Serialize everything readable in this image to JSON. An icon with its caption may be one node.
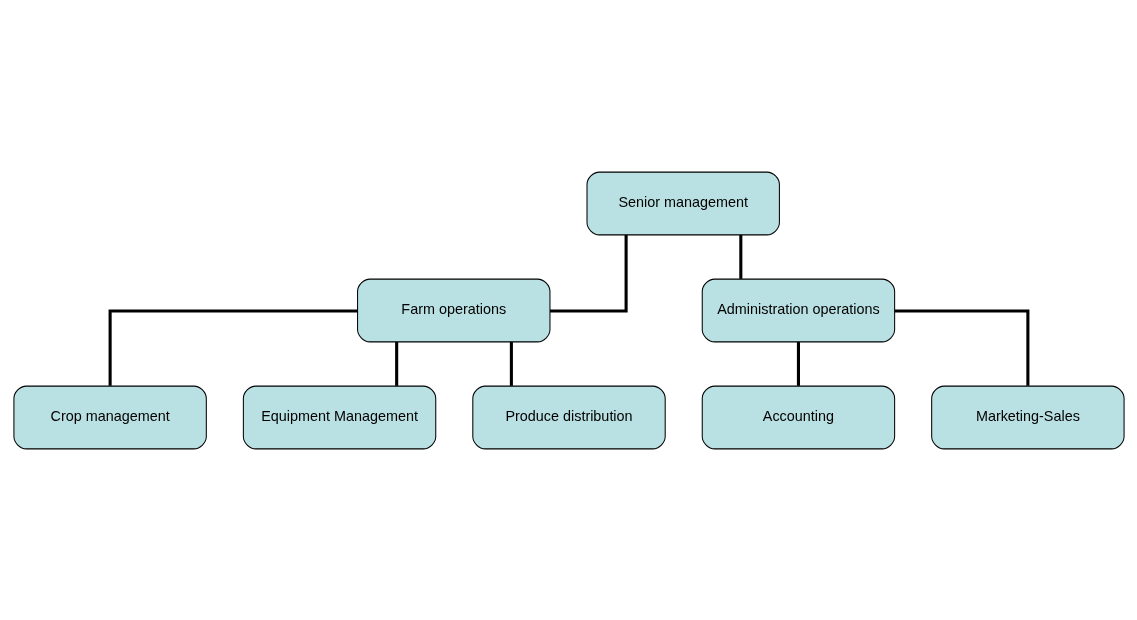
{
  "diagram": {
    "nodes": [
      {
        "text": [
          "Senior management"
        ]
      },
      {
        "text": [
          "Farm operations"
        ]
      },
      {
        "text": [
          "Administration operations"
        ]
      },
      {
        "text": [
          "Crop management"
        ]
      },
      {
        "text": [
          "Equipment Management"
        ]
      },
      {
        "text": [
          "Produce distribution"
        ]
      },
      {
        "text": [
          "Accounting"
        ]
      },
      {
        "text": [
          "Marketing-Sales"
        ]
      }
    ],
    "edges": [
      {
        "from": 0,
        "to": 1,
        "arrow": "none"
      },
      {
        "from": 0,
        "to": 2,
        "arrow": "none"
      },
      {
        "from": 1,
        "to": 3,
        "arrow": "none"
      },
      {
        "from": 1,
        "to": 4,
        "arrow": "none"
      },
      {
        "from": 1,
        "to": 5,
        "arrow": "none"
      },
      {
        "from": 2,
        "to": 6,
        "arrow": "none"
      },
      {
        "from": 2,
        "to": 7,
        "arrow": "none"
      }
    ]
  }
}
